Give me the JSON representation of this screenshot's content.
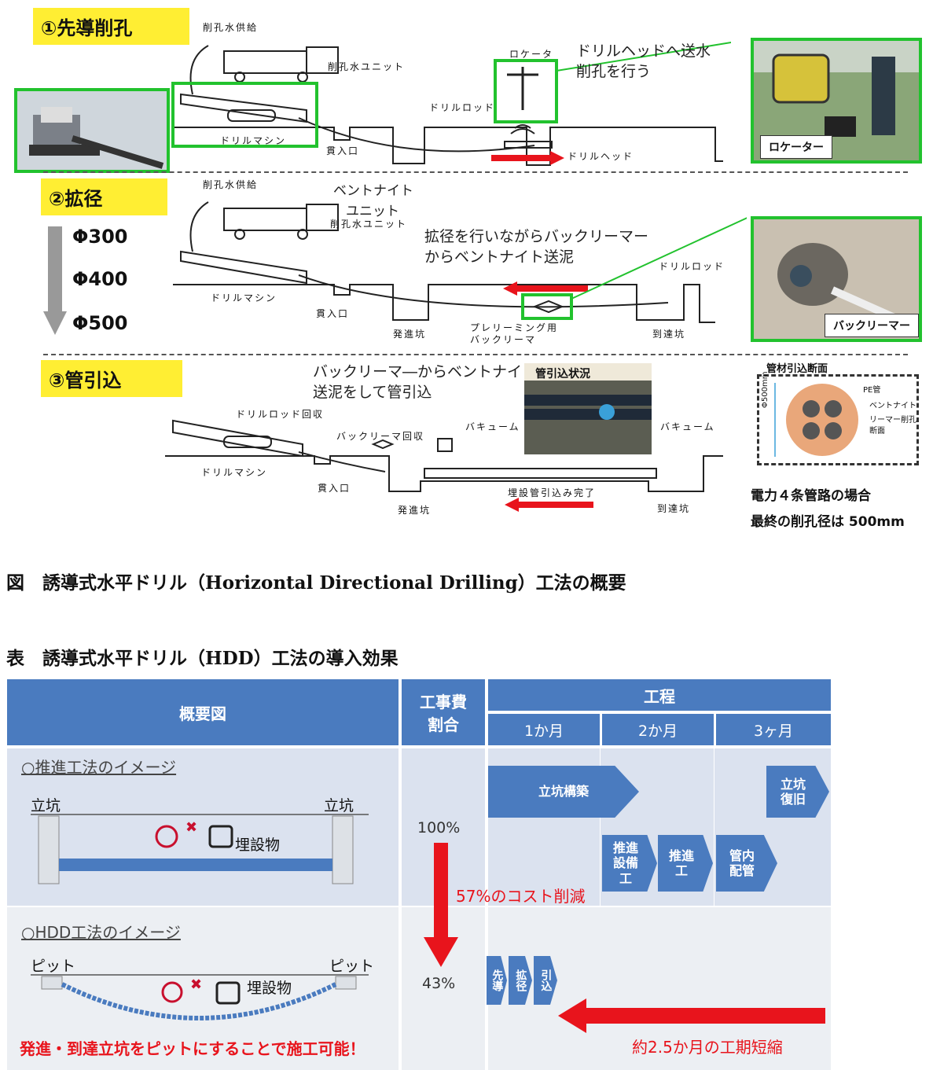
{
  "steps": {
    "step1": "①先導削孔",
    "step2": "②拡径",
    "step3": "③管引込"
  },
  "step1": {
    "water_supply": "削孔水供給",
    "water_unit": "削孔水ユニット",
    "locator": "ロケータ",
    "drill_rod": "ドリルロッド",
    "drill_machine": "ドリルマシン",
    "entry": "貫入口",
    "drill_head": "ドリルヘッド",
    "note_line1": "ドリルヘッドへ送水",
    "note_line2": "削孔を行う",
    "photo_label": "ロケーター"
  },
  "step2": {
    "water_supply": "削孔水供給",
    "bentonite_line1": "ベントナイト",
    "bentonite_line2": "ユニット",
    "water_unit": "削孔水ユニット",
    "diameters": [
      "Φ300",
      "Φ400",
      "Φ500"
    ],
    "note_line1": "拡径を行いながらバックリーマー",
    "note_line2": "からベントナイト送泥",
    "drill_rod": "ドリルロッド",
    "drill_machine": "ドリルマシン",
    "entry": "貫入口",
    "start_pit": "発進坑",
    "arrival_pit": "到達坑",
    "prereaming_line1": "プレリーミング用",
    "prereaming_line2": "バックリーマ",
    "photo_label": "バックリーマー"
  },
  "step3": {
    "note_line1": "バックリーマ―からベントナイト",
    "note_line2": "送泥をして管引込",
    "photo_title": "管引込状況",
    "rod_recovery": "ドリルロッド回収",
    "reamer_recovery": "バックリーマ回収",
    "vacuum_left": "バキューム",
    "vacuum_right": "バキューム",
    "drill_machine": "ドリルマシン",
    "entry": "貫入口",
    "start_pit": "発進坑",
    "arrival_pit": "到達坑",
    "complete": "埋設管引込み完了",
    "section_title": "管材引込断面",
    "section_dim": "Φ500mm",
    "section_pe": "PE管",
    "section_bentonite": "ベントナイト",
    "section_reamer_line1": "リーマー削孔",
    "section_reamer_line2": "断面",
    "footnote_line1": "電力４条管路の場合",
    "footnote_line2": "最終の削孔径は 500mm"
  },
  "figure_caption": "図　誘導式水平ドリル（Horizontal Directional Drilling）工法の概要",
  "table_caption": "表　誘導式水平ドリル（HDD）工法の導入効果",
  "table": {
    "col_overview": "概要図",
    "col_cost_line1": "工事費",
    "col_cost_line2": "割合",
    "col_schedule": "工程",
    "months": [
      "1か月",
      "2か月",
      "3ヶ月"
    ],
    "row1": {
      "title": "○推進工法のイメージ",
      "left_shaft": "立坑",
      "right_shaft": "立坑",
      "buried": "埋設物",
      "cost": "100%",
      "tasks": [
        "立坑構築",
        "立坑復旧",
        "推進設備工",
        "推進工",
        "管内配管"
      ]
    },
    "reduction": "57%のコスト削減",
    "row2": {
      "title": "○HDD工法のイメージ",
      "left_pit": "ピット",
      "right_pit": "ピット",
      "buried": "埋設物",
      "cost": "43%",
      "tasks": [
        "先導",
        "拡径",
        "引込"
      ],
      "slogan": "発進・到達立坑をピットにすることで施工可能！",
      "shortening": "約2.5か月の工期短縮"
    }
  },
  "colors": {
    "badge": "#ffee33",
    "header_blue": "#4a7bbf",
    "row_bg": "#dbe2ef",
    "row_bg2": "#eceff3",
    "green": "#22c22e",
    "red": "#e8141c"
  }
}
